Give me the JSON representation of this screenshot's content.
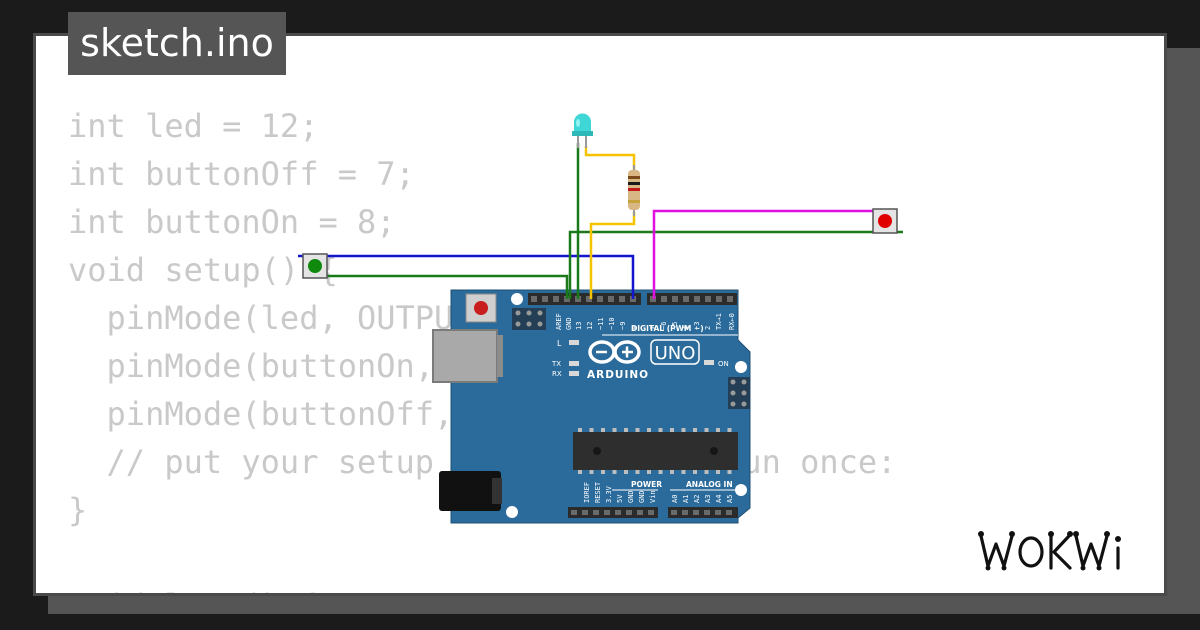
{
  "title": "sketch.ino",
  "code_lines": [
    "int led = 12;",
    "int buttonOff = 7;",
    "int buttonOn = 8;",
    "void setup() {",
    "  pinMode(led, OUTPUT);",
    "  pinMode(buttonOn, INPUT);",
    "  pinMode(buttonOff, INPUT);",
    "  // put your setup code here, to run once:",
    "}",
    "",
    "void loop() {"
  ],
  "board": {
    "brand": "ARDUINO",
    "model": "UNO",
    "digital_label": "DIGITAL (PWM ~)",
    "power_label": "POWER",
    "analog_label": "ANALOG IN",
    "led_l": "L",
    "led_tx": "TX",
    "led_rx": "RX",
    "led_on": "ON",
    "top_pins": [
      "AREF",
      "GND",
      "13",
      "12",
      "~11",
      "~10",
      "~9",
      "8",
      "7",
      "~6",
      "~5",
      "4",
      "~3",
      "2",
      "TX→1",
      "RX←0"
    ],
    "power_pins": [
      "IOREF",
      "RESET",
      "3.3V",
      "5V",
      "GND",
      "GND",
      "Vin"
    ],
    "analog_pins": [
      "A0",
      "A1",
      "A2",
      "A3",
      "A4",
      "A5"
    ]
  },
  "logo": "WOKWi",
  "colors": {
    "board": "#2a6b9b",
    "wire_blue": "#1515d0",
    "wire_green": "#1a7a1a",
    "wire_yellow": "#f5c400",
    "wire_magenta": "#e010e0",
    "led": "#3fd6d6",
    "button_green": "#0f8a0f",
    "button_red": "#e00000"
  }
}
